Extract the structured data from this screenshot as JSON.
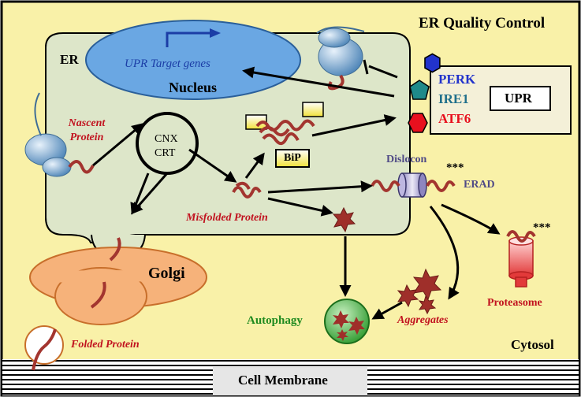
{
  "title": "ER Quality Control",
  "compartments": {
    "er": "ER",
    "nucleus": "Nucleus",
    "golgi": "Golgi",
    "cytosol": "Cytosol",
    "cell_membrane": "Cell Membrane"
  },
  "nucleus_gene_label": "UPR Target genes",
  "proteins": {
    "nascent": "Nascent Protein",
    "misfolded": "Misfolded Protein",
    "folded": "Folded Protein"
  },
  "chaperones": {
    "cnx_crt": [
      "CNX",
      "CRT"
    ],
    "bip": "BiP"
  },
  "upr": {
    "sensors": [
      {
        "name": "PERK",
        "color": "#2233cc"
      },
      {
        "name": "IRE1",
        "color": "#1f6f8b"
      },
      {
        "name": "ATF6",
        "color": "#e8101e"
      }
    ],
    "label": "UPR"
  },
  "erad": {
    "dislocon": "Dislocon",
    "erad": "ERAD",
    "ubiquitin": "***"
  },
  "fates": {
    "proteasome": "Proteasome",
    "aggregates": "Aggregates",
    "autophagy": "Autophagy"
  },
  "colors": {
    "background": "#f9f1a8",
    "er": "#dde6c9",
    "nucleus": "#6aa7e3",
    "golgi": "#f6b27a",
    "protein": "#a3352f",
    "misfolded_text": "#c1121f",
    "autophagy_text": "#1f8a1f",
    "dislocon_text": "#4f4a86"
  }
}
